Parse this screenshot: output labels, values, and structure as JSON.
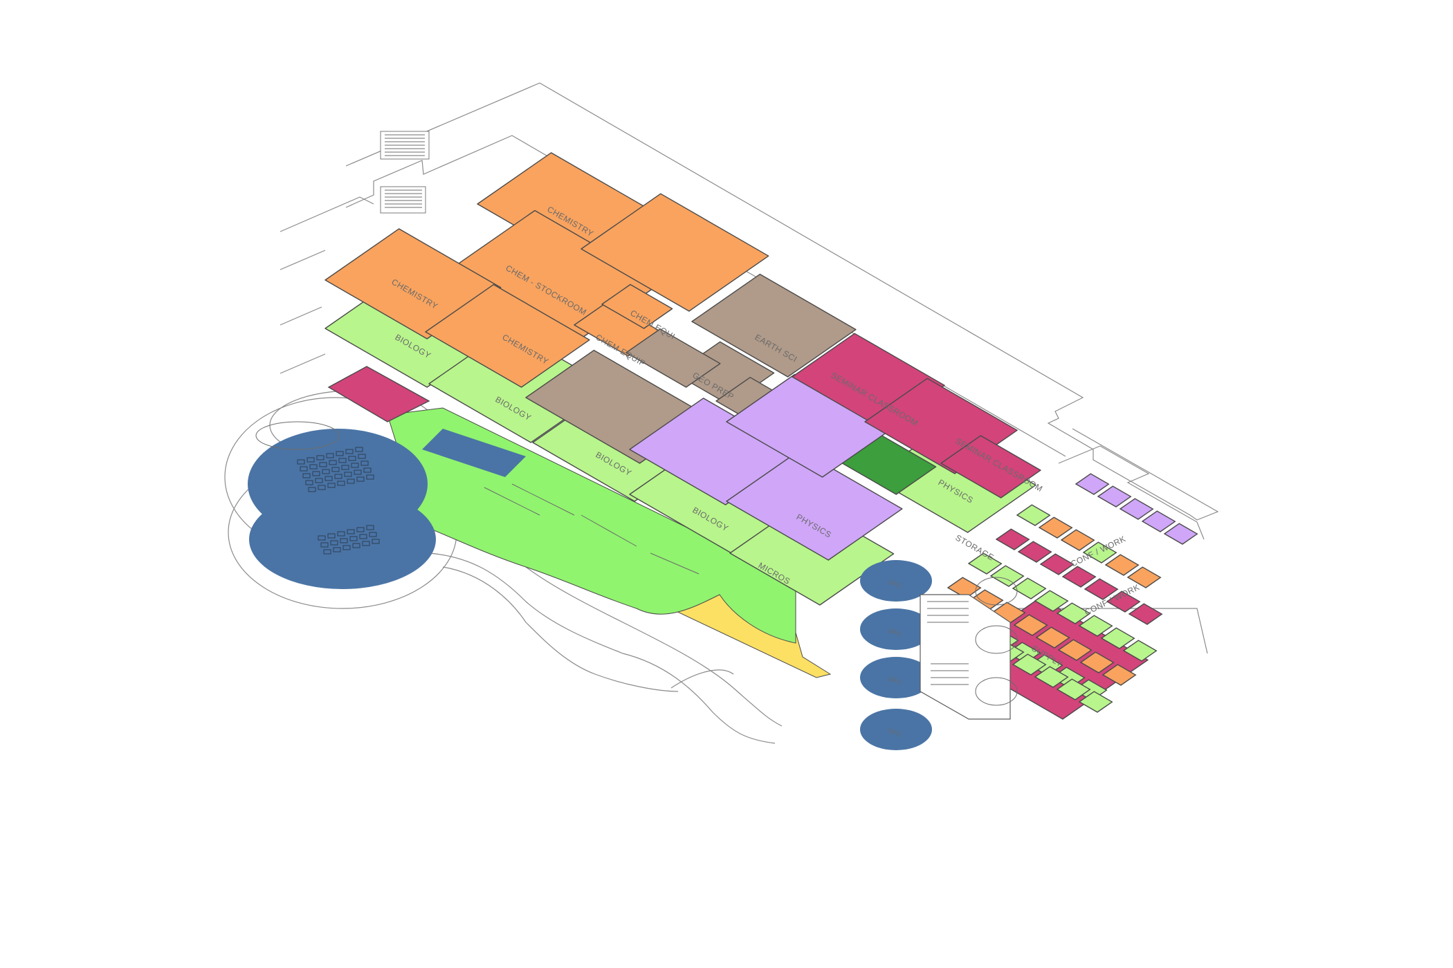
{
  "colors": {
    "chemistry": "#F9A35E",
    "biology": "#B8F58C",
    "earth_science": "#B09A89",
    "physics": "#CFA6F8",
    "conference": "#D2447A",
    "ground_green": "#90F46E",
    "ground_yellow": "#FCE063",
    "circulation": "#4A74A5",
    "dark_green": "#3C9E3C"
  },
  "labels": {
    "chemistry_1": "CHEMISTRY",
    "chemistry_2": "CHEMISTRY",
    "chemistry_3": "CHEMISTRY",
    "chem_stockroom": "CHEM - STOCKROOM",
    "chem_equip": "CHEM EQUIP",
    "chem_equip_2": "CHEM EQUI",
    "earth_sci": "EARTH SCI",
    "geo_prep": "GEO PREP",
    "biology_1": "BIOLOGY",
    "biology_2": "BIOLOGY",
    "biology_3": "BIOLOGY",
    "biology_4": "BIOLOGY",
    "physics_1": "PHYSICS",
    "physics_2": "PHYSICS",
    "seminar_1": "SEMINAR CLASSROOM",
    "seminar_2": "SEMINAR CLASSROOM",
    "micros": "MICROS",
    "storage": "STORAGE",
    "conf_work_1": "CONF / WORK",
    "conf_work_2": "CONF / WORK",
    "supply": "SUPPLY",
    "ofc_1": "OFC",
    "ofc_2": "OFC",
    "ofc_3": "OFC",
    "ofc_4": "OFC"
  }
}
